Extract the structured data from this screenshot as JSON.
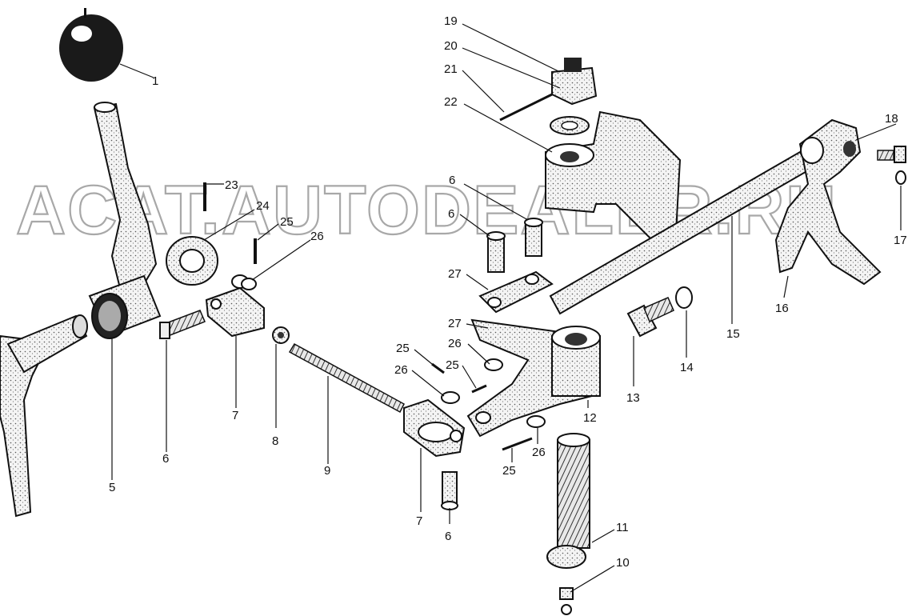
{
  "watermark": "ACAT.AUTODEALER.RU",
  "callouts": [
    {
      "id": "c1",
      "label": "1"
    },
    {
      "id": "c5",
      "label": "5"
    },
    {
      "id": "c6a",
      "label": "6"
    },
    {
      "id": "c7a",
      "label": "7"
    },
    {
      "id": "c8",
      "label": "8"
    },
    {
      "id": "c9",
      "label": "9"
    },
    {
      "id": "c23",
      "label": "23"
    },
    {
      "id": "c24",
      "label": "24"
    },
    {
      "id": "c25a",
      "label": "25"
    },
    {
      "id": "c26a",
      "label": "26"
    },
    {
      "id": "c19",
      "label": "19"
    },
    {
      "id": "c20",
      "label": "20"
    },
    {
      "id": "c21",
      "label": "21"
    },
    {
      "id": "c22",
      "label": "22"
    },
    {
      "id": "c6b",
      "label": "6"
    },
    {
      "id": "c6c",
      "label": "6"
    },
    {
      "id": "c27a",
      "label": "27"
    },
    {
      "id": "c27b",
      "label": "27"
    },
    {
      "id": "c25b",
      "label": "25"
    },
    {
      "id": "c26b",
      "label": "26"
    },
    {
      "id": "c26c",
      "label": "26"
    },
    {
      "id": "c25c",
      "label": "25"
    },
    {
      "id": "c7b",
      "label": "7"
    },
    {
      "id": "c6d",
      "label": "6"
    },
    {
      "id": "c25d",
      "label": "25"
    },
    {
      "id": "c26d",
      "label": "26"
    },
    {
      "id": "c12",
      "label": "12"
    },
    {
      "id": "c13",
      "label": "13"
    },
    {
      "id": "c14",
      "label": "14"
    },
    {
      "id": "c15",
      "label": "15"
    },
    {
      "id": "c16",
      "label": "16"
    },
    {
      "id": "c17",
      "label": "17"
    },
    {
      "id": "c18",
      "label": "18"
    },
    {
      "id": "c11",
      "label": "11"
    },
    {
      "id": "c10",
      "label": "10"
    }
  ]
}
